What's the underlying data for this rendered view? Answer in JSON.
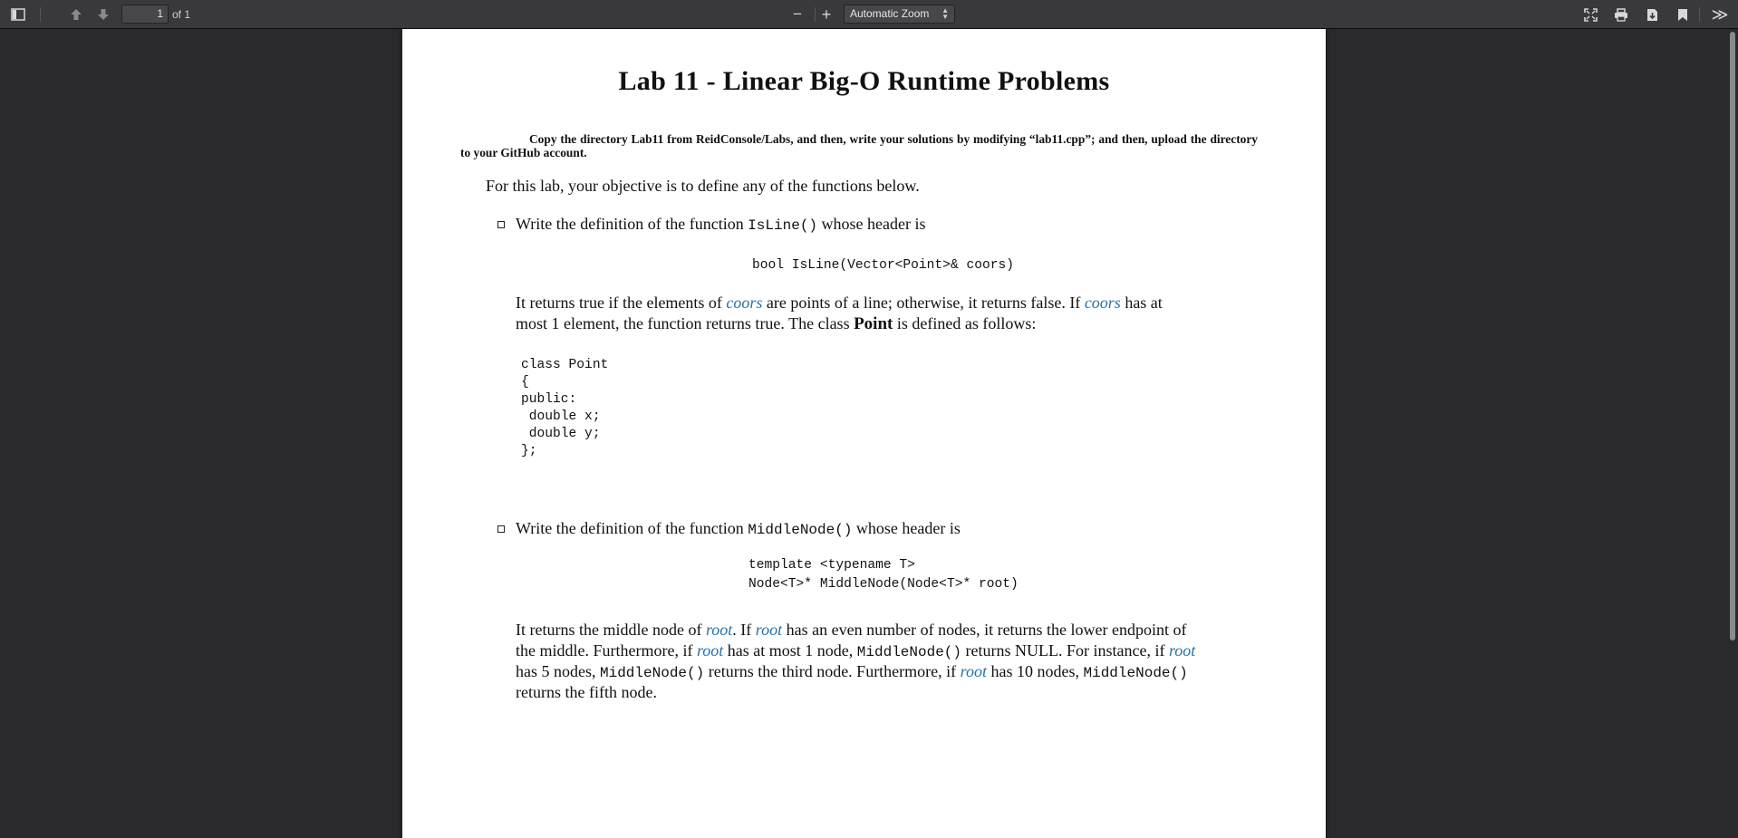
{
  "toolbar": {
    "page_number": "1",
    "page_count": "of 1",
    "zoom_label": "Automatic Zoom",
    "zoom_out_glyph": "−",
    "zoom_in_glyph": "+",
    "more_glyph": "≫",
    "icons": [
      "sidebar-toggle-icon",
      "previous-page-icon",
      "next-page-icon",
      "presentation-mode-icon",
      "print-icon",
      "download-icon",
      "bookmark-icon",
      "tools-icon"
    ]
  },
  "document": {
    "title": "Lab 11 - Linear Big-O Runtime Problems",
    "instructions": "Copy the directory Lab11 from ReidConsole/Labs, and then, write your solutions by modifying “lab11.cpp”; and then, upload the directory to your GitHub account.",
    "intro": "For this lab, your objective is to define any of the functions below.",
    "problem1": {
      "lead_a": "Write the definition of the function ",
      "func": "IsLine()",
      "lead_b": " whose header is",
      "header": "bool IsLine(Vector<Point>& coors)",
      "desc": {
        "p1": "It returns true if the elements of ",
        "v1": "coors",
        "p2": " are points of a line; otherwise, it returns false. If ",
        "v2": "coors",
        "p3": " has at",
        "line2_a": "most 1 element, the function returns true. The class ",
        "class_name": "Point",
        "line2_b": " is defined as follows:"
      },
      "code": [
        "class Point",
        "{",
        "public:",
        " double x;",
        " double y;",
        "};"
      ]
    },
    "problem2": {
      "lead_a": "Write the definition of the function ",
      "func": "MiddleNode()",
      "lead_b": " whose header is",
      "header1": "template <typename T>",
      "header2": "Node<T>* MiddleNode(Node<T>* root)",
      "desc": {
        "l1_a": "It returns the middle node of ",
        "l1_v1": "root",
        "l1_b": ". If ",
        "l1_v2": "root",
        "l1_c": " has an even number of nodes, it returns the lower endpoint of",
        "l2_a": "the middle. Furthermore, if ",
        "l2_v": "root",
        "l2_b": " has at most 1 node, ",
        "l2_code": "MiddleNode()",
        "l2_c": " returns NULL. For instance, if ",
        "l2_v2": "root",
        "l3_a": "has 5 nodes, ",
        "l3_code": "MiddleNode()",
        "l3_b": " returns the third node. Furthermore, if ",
        "l3_v": "root",
        "l3_c": " has 10 nodes, ",
        "l3_code2": "MiddleNode()",
        "l4": "returns the fifth node."
      }
    }
  }
}
